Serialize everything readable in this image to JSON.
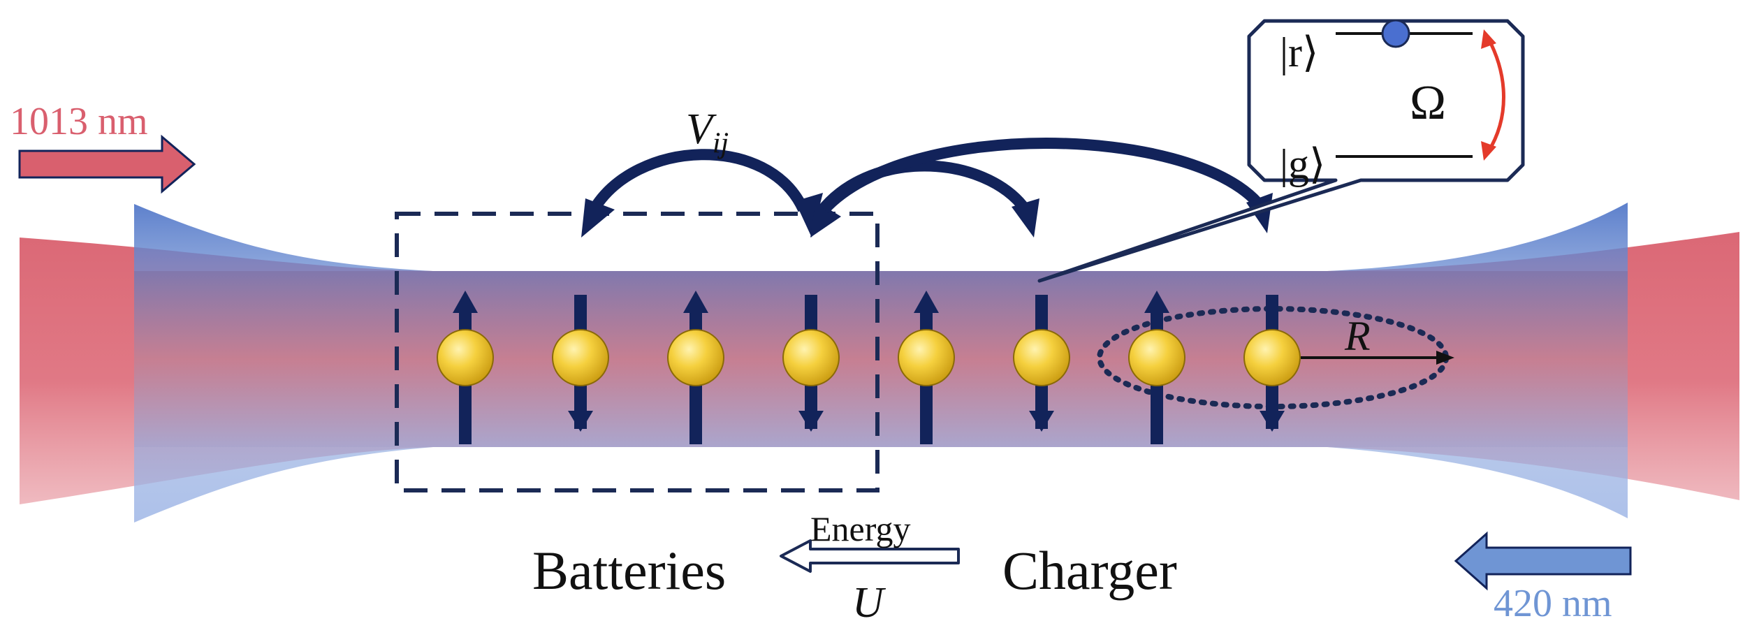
{
  "labels": {
    "red_laser": "1013 nm",
    "blue_laser": "420 nm",
    "batteries": "Batteries",
    "charger": "Charger",
    "energy": "Energy",
    "u_symbol": "U",
    "v_symbol": "V",
    "v_subscript": "ij",
    "r_symbol": "R",
    "omega": "Ω",
    "ket_r": "|r⟩",
    "ket_g": "|g⟩"
  },
  "atoms": {
    "spins": [
      "up",
      "down",
      "up",
      "down",
      "up",
      "down",
      "up",
      "down"
    ]
  },
  "colors": {
    "red_beam": "#d9606e",
    "blue_beam": "#6f95d4",
    "spin_arrow": "#12235a",
    "atom_fill": "#f2cb3a",
    "transition_arrow": "#e43a2a",
    "rydberg_dot": "#4a6fd0"
  }
}
